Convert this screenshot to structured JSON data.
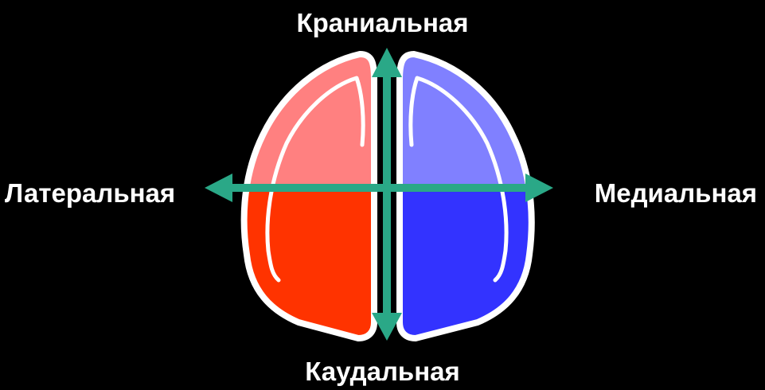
{
  "labels": {
    "cranial": "Краниальная",
    "caudal": "Каудальная",
    "lateral": "Латеральная",
    "medial": "Медиальная"
  },
  "colors": {
    "background": "#000000",
    "outline": "#ffffff",
    "left_lobe_cranial": "#ff8080",
    "left_lobe_caudal": "#ff3300",
    "right_lobe_cranial": "#8080ff",
    "right_lobe_caudal": "#3333ff",
    "axis_arrows": "#2aa887"
  }
}
